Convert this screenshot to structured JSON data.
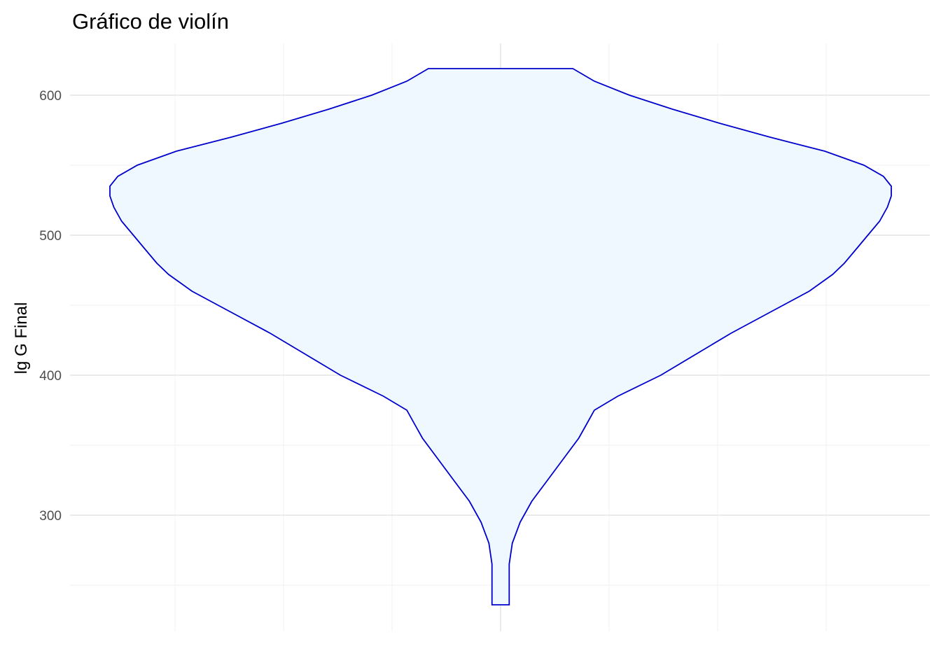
{
  "chart_data": {
    "type": "violin",
    "title": "Gráfico de violín",
    "xlabel": "",
    "ylabel": "lg G Final",
    "ylim": [
      217,
      637
    ],
    "y_ticks": [
      300,
      400,
      500,
      600
    ],
    "grid": true,
    "fill_color": "#f0f8ff",
    "line_color": "#0000cd",
    "violin": {
      "y_min": 236,
      "y_max": 619,
      "density_profile": [
        {
          "y": 236,
          "w": 0.022
        },
        {
          "y": 250,
          "w": 0.022
        },
        {
          "y": 265,
          "w": 0.022
        },
        {
          "y": 280,
          "w": 0.03
        },
        {
          "y": 295,
          "w": 0.05
        },
        {
          "y": 310,
          "w": 0.08
        },
        {
          "y": 325,
          "w": 0.12
        },
        {
          "y": 340,
          "w": 0.16
        },
        {
          "y": 355,
          "w": 0.2
        },
        {
          "y": 365,
          "w": 0.22
        },
        {
          "y": 375,
          "w": 0.24
        },
        {
          "y": 385,
          "w": 0.3
        },
        {
          "y": 400,
          "w": 0.41
        },
        {
          "y": 415,
          "w": 0.5
        },
        {
          "y": 430,
          "w": 0.59
        },
        {
          "y": 445,
          "w": 0.69
        },
        {
          "y": 460,
          "w": 0.79
        },
        {
          "y": 472,
          "w": 0.85
        },
        {
          "y": 480,
          "w": 0.88
        },
        {
          "y": 490,
          "w": 0.91
        },
        {
          "y": 500,
          "w": 0.94
        },
        {
          "y": 510,
          "w": 0.97
        },
        {
          "y": 520,
          "w": 0.99
        },
        {
          "y": 528,
          "w": 1.0
        },
        {
          "y": 535,
          "w": 1.0
        },
        {
          "y": 542,
          "w": 0.98
        },
        {
          "y": 550,
          "w": 0.93
        },
        {
          "y": 560,
          "w": 0.83
        },
        {
          "y": 570,
          "w": 0.69
        },
        {
          "y": 580,
          "w": 0.56
        },
        {
          "y": 590,
          "w": 0.44
        },
        {
          "y": 600,
          "w": 0.33
        },
        {
          "y": 610,
          "w": 0.24
        },
        {
          "y": 619,
          "w": 0.185
        }
      ]
    }
  }
}
